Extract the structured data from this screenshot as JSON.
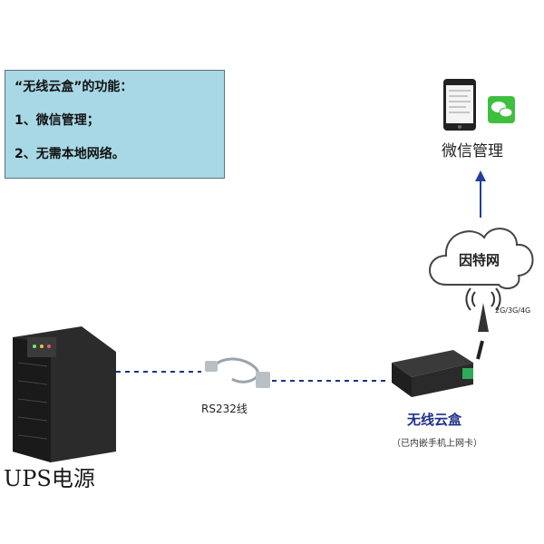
{
  "info_box": {
    "title": "“无线云盒”的功能：",
    "item1": "1、微信管理；",
    "item2": "2、无需本地网络。"
  },
  "wechat": {
    "label": "微信管理",
    "icon": "wechat-icon"
  },
  "cloud": {
    "label": "因特网"
  },
  "signal": {
    "label": "2G/3G/4G"
  },
  "cable": {
    "label": "RS232线"
  },
  "device": {
    "name": "无线云盒",
    "note": "（已内嵌手机上网卡）"
  },
  "ups": {
    "label": "UPS电源"
  },
  "colors": {
    "info_bg": "#a8d8e6",
    "arrow": "#1f3f9a",
    "dashed_line": "#1f2f8a",
    "wechat_green": "#3fbf3f"
  }
}
